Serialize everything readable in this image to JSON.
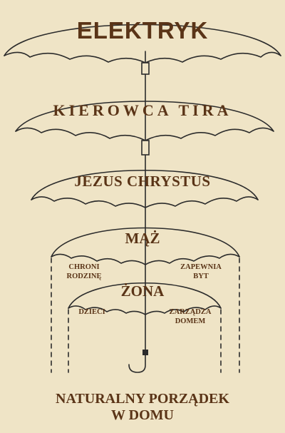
{
  "umbrellas": [
    {
      "label": "ELEKTRYK"
    },
    {
      "label": "KIEROWCA TIRA"
    },
    {
      "label": "JEZUS CHRYSTUS"
    },
    {
      "label": "MĄŻ",
      "left_note": [
        "CHRONI",
        "RODZINĘ"
      ],
      "right_note": [
        "ZAPEWNIA",
        "BYT"
      ]
    },
    {
      "label": "ŻONA",
      "left_note": [
        "DZIECI"
      ],
      "right_note": [
        "ZARZĄDZA",
        "DOMEM"
      ]
    }
  ],
  "caption": [
    "NATURALNY PORZĄDEK",
    "W DOMU"
  ],
  "colors": {
    "background": "#efe4c6",
    "ink": "#2b2b2b",
    "text_brown": "#5a3417"
  }
}
